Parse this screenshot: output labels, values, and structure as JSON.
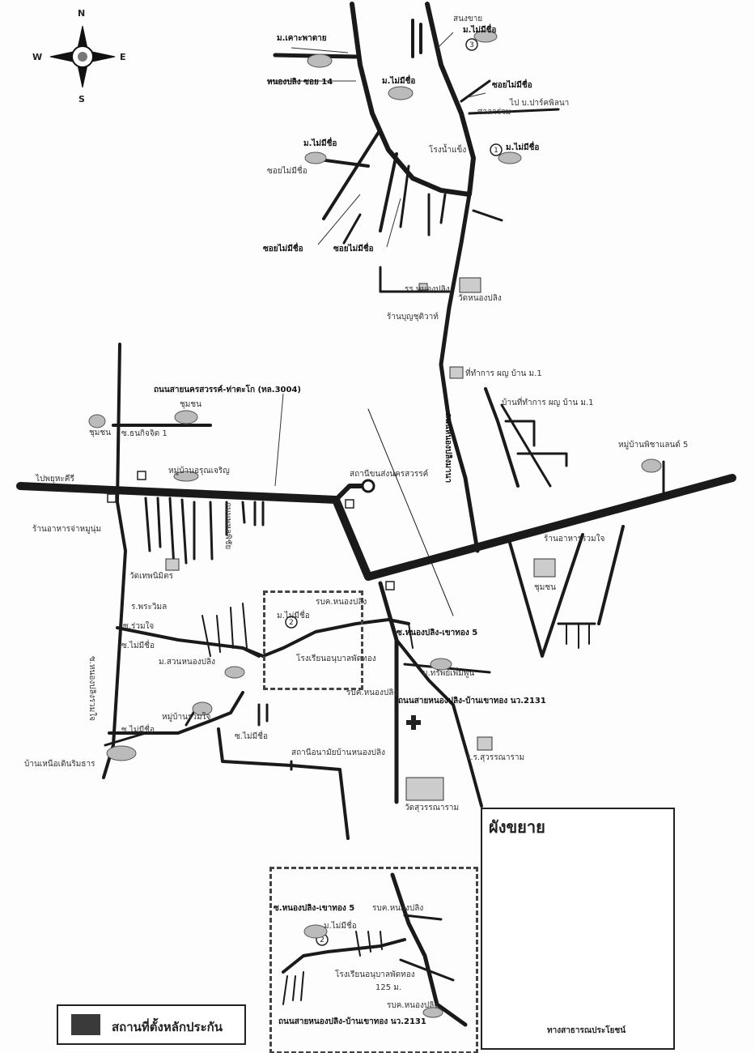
{
  "compass": {
    "north": "N",
    "south": "S",
    "east": "E",
    "west": "W"
  },
  "labels": {
    "ban_khok_phatan": "ม.เคาะพาตาย",
    "nong_pling_soi14": "หนองปลิง ซอย 14",
    "moo_mai_mi_chue_top": "ม.ไม่มีชื่อ",
    "song_khai": "สนงขาย",
    "moo_mai_mi_chue_3": "ม.ไม่มีชื่อ",
    "soi_mai_mi_chue_right": "ซอยไม่มีชื่อ",
    "sala_ruam": "ศาลาร่วม",
    "to_ban": "ไป บ.ปาร์คพิลนา",
    "ice_factory": "โรงน้ำแข็ง",
    "moo_mai_mi_chue_1": "ม.ไม่มีชื่อ",
    "moo_mai_mi_chue_left": "ม.ไม่มีชื่อ",
    "soi_mai_mi_chue_left_small": "ซอยไม่มีชื่อ",
    "soi_mai_mi_chue_a": "ซอยไม่มีชื่อ",
    "soi_mai_mi_chue_b": "ซอยไม่มีชื่อ",
    "school_nong_pling": "รร.หนองปลิง",
    "wat_nong_pling": "วัดหนองปลิง",
    "shop": "ร้านบุญชุติวาท์",
    "office_top": "ที่ทำการ ผญ บ้าน ม.1",
    "office_bottom": "บ้านที่ทำการ ผญ บ้าน ม.1",
    "main_road": "ถนนสายนครสวรรค์-ท่าตะโก (ทล.3004)",
    "community_top": "ชุมชน",
    "community_left": "ชุมชน",
    "soi_thanakit": "ซ.ธนกิจจิต 1",
    "moo_ban_arun": "หมู่บ้านอรุณเจริญ",
    "to_left": "ไปพยุหะคีรี",
    "restaurant": "ร้านอาหารจ่าหมูนุ่ม",
    "bus_terminal": "สถานีขนส่งนครสวรรค์",
    "moo_ban_city": "หมู่บ้านพิชาแลนด์ 5",
    "nong_pling_rd_vertical": "ถนนหนองปลิงมานา",
    "restaurant_right": "ร้านอาหารรวมใจ",
    "community_right": "ชุมชน",
    "wat_ban": "วัดเทพนิมิตร",
    "yai_rd": "ถนนพหลพิชัย",
    "school_wat": "ร.พระวิมล",
    "soi_a": "ซ.ร่วมใจ",
    "soi_b": "ซ.ไม่มีชื่อ",
    "moo_suan": "ม.สวนหนองปลิง",
    "soi_nong_pling_5": "ซ.หนองปลิง-เขาทอง 5",
    "moo_mai_mi_chue_2": "ม.ไม่มีชื่อ",
    "bor_kho_sor": "รบค.หนองปลิง",
    "kindergarten": "โรงเรียนอนุบาลพัดทอง",
    "moo_thong": "ม.ทรัพย์เพิ่มพูน",
    "bor_ko": "รบค.หนองปลิง",
    "road_khao_thong": "ถนนสายหนองปลิง-บ้านเขาทอง นว.2131",
    "soi_nong_pling_vertical": "ซ.หนองปลิงรวมใจ",
    "hospital": "",
    "school_suwan": "ร.ร.สุวรรณาราม",
    "wat_suwan": "วัดสุวรรณาราม",
    "health_station": "สถานีอนามัยบ้านหนองปลิง",
    "moo_samran": "หมู่บ้านรวมใจ",
    "soi_mai_mi_chue_c": "ซ.ไม่มีชื่อ",
    "ban_nuea": "บ้านเหนือเดินริมธาร",
    "soi_c2": "ซ.ไม่มีชื่อ",
    "soi_c3": "ซ.ไม่มีชื่อ"
  },
  "inset": {
    "soi": "ซ.หนองปลิง-เขาทอง 5",
    "bor_kho": "รบค.หนองปลิง",
    "moo": "ม.ไม่มีชื่อ",
    "school": "โรงเรียนอนุบาลพัดทอง",
    "bor_ko2": "รบค.หนองปลิง",
    "road": "ถนนสายหนองปลิง-บ้านเขาทอง นว.2131",
    "distance": "125 ม."
  },
  "plan": {
    "title": "ผังขยาย",
    "road": "ทางสาธารณประโยชน์"
  },
  "legend": {
    "text": "สถานที่ตั้งหลักประกัน",
    "swatch_color": "#3a3a3a"
  }
}
